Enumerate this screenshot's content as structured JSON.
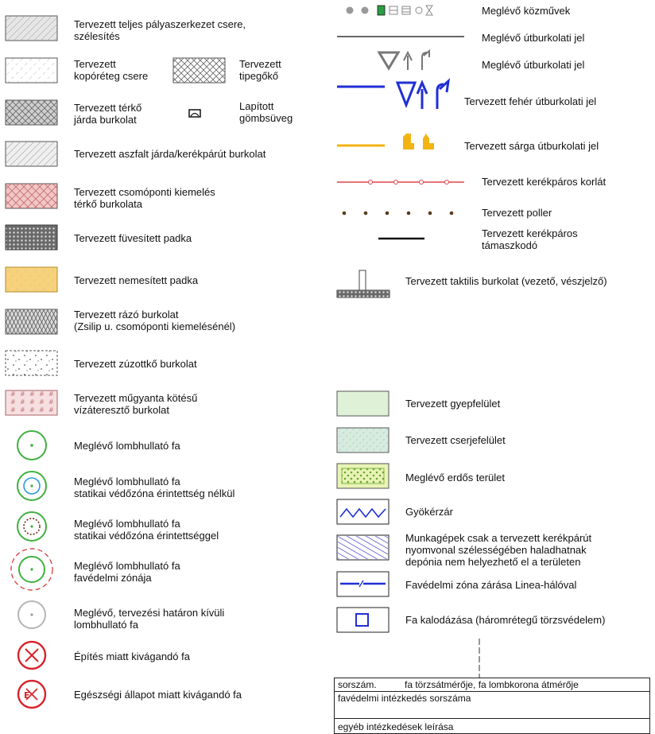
{
  "left_items": [
    {
      "id": "teljes",
      "label": "Tervezett teljes pályaszerkezet csere,\nszélesítés"
    },
    {
      "id": "kopo",
      "label": "Tervezett\nkopóréteg csere"
    },
    {
      "id": "tipegoko",
      "label": "Tervezett\ntipegőkő"
    },
    {
      "id": "terko",
      "label": "Tervezett térkő\njárda burkolat"
    },
    {
      "id": "lapitott",
      "label": "Lapított\ngömbsüveg"
    },
    {
      "id": "aszfalt",
      "label": "Tervezett aszfalt járda/kerékpárút burkolat"
    },
    {
      "id": "csomoponti",
      "label": "Tervezett csomóponti kiemelés\ntérkő burkolata"
    },
    {
      "id": "fuvesitett",
      "label": "Tervezett füvesített padka"
    },
    {
      "id": "nemesitett",
      "label": "Tervezett nemesített padka"
    },
    {
      "id": "razo",
      "label": "Tervezett rázó burkolat\n(Zsilip u. csomóponti kiemelésénél)"
    },
    {
      "id": "zuzottko",
      "label": "Tervezett zúzottkő burkolat"
    },
    {
      "id": "mugyanta",
      "label": "Tervezett műgyanta kötésű\nvízáteresztő burkolat"
    },
    {
      "id": "fa1",
      "label": "Meglévő lombhullató fa"
    },
    {
      "id": "fa2",
      "label": "Meglévő lombhullató fa\nstatikai védőzóna érintettség nélkül"
    },
    {
      "id": "fa3",
      "label": "Meglévő lombhullató fa\nstatikai védőzóna érintettséggel"
    },
    {
      "id": "fa4",
      "label": "Meglévő lombhullató fa\nfavédelmi zónája"
    },
    {
      "id": "fa5",
      "label": "Meglévő, tervezési határon kívüli\nlombhullató fa"
    },
    {
      "id": "fa6",
      "label": "Építés miatt kivágandó fa"
    },
    {
      "id": "fa7",
      "label": "Egészségi állapot miatt kivágandó fa"
    }
  ],
  "right_items": [
    {
      "id": "kozmuvek",
      "label": "Meglévő közművek"
    },
    {
      "id": "utburk1",
      "label": "Meglévő útburkolati jel"
    },
    {
      "id": "utburk2",
      "label": "Meglévő útburkolati jel"
    },
    {
      "id": "feher",
      "label": "Tervezett fehér útburkolati jel"
    },
    {
      "id": "sarga",
      "label": "Tervezett sárga útburkolati jel"
    },
    {
      "id": "korlat",
      "label": "Tervezett kerékpáros korlát"
    },
    {
      "id": "poller",
      "label": "Tervezett poller"
    },
    {
      "id": "tamasz",
      "label": "Tervezett kerékpáros\ntámaszkodó"
    },
    {
      "id": "taktilis",
      "label": "Tervezett taktilis burkolat (vezető, vészjelző)"
    },
    {
      "id": "gyep",
      "label": "Tervezett gyepfelület"
    },
    {
      "id": "cserje",
      "label": "Tervezett cserjefelület"
    },
    {
      "id": "erdos",
      "label": "Meglévő erdős terület"
    },
    {
      "id": "gyokerzar",
      "label": "Gyökérzár"
    },
    {
      "id": "munkagep",
      "label": "Munkagépek csak a tervezett kerékpárút\nnyomvonal szélességében haladhatnak\ndepónia nem helyezhető el a területen"
    },
    {
      "id": "favedelmi",
      "label": "Favédelmi zóna zárása Linea-hálóval"
    },
    {
      "id": "kalodazas",
      "label": "Fa kalodázása (háromrétegű törzsvédelem)"
    }
  ],
  "tree_label_table": {
    "row1_left": "sorszám.",
    "row1_right": "fa törzsátmérője, fa lombkorona átmérője",
    "row2": "favédelmi intézkedés sorszáma",
    "row3": "egyéb intézkedések leírása"
  },
  "colors": {
    "fa_green": "#3fb13f",
    "cut_red": "#d9232a",
    "feher_blue": "#1f2fd6",
    "sarga_yellow": "#f2b313",
    "korlat_red": "#e0434a",
    "poller_brown": "#5a3a1a",
    "nemesitett": "#f7d27a",
    "csomoponti": "#f1c6c6",
    "gyep": "#dff2d8",
    "cserje": "#d7ebdf",
    "erdos": "#e9f3b6",
    "munkagep": "#3d3dc8"
  }
}
